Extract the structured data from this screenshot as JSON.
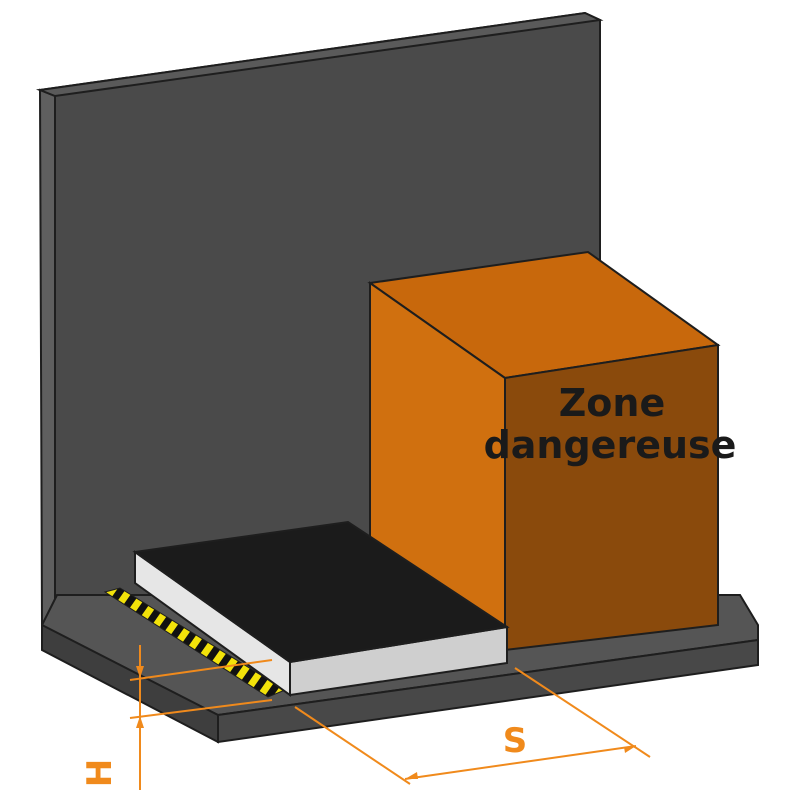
{
  "diagram": {
    "zone_label_line1": "Zone",
    "zone_label_line2": "dangereuse",
    "dim_s_label": "S",
    "dim_h_label": "H"
  },
  "colors": {
    "background": "#ffffff",
    "wall_front": "#4a4a4a",
    "wall_side": "#5f5f5f",
    "outline": "#1e1e1e",
    "floor_top": "#555555",
    "floor_front": "#3e3e3e",
    "mat_top": "#1b1b1b",
    "mat_side": "#e6e6e6",
    "mat_front": "#cfcfcf",
    "hazard_yellow": "#f2e20a",
    "hazard_black": "#111111",
    "zone_front": "#d0700f",
    "zone_right": "#8a4a0c",
    "zone_top": "#c8680c",
    "dimension": "#f08a1c"
  }
}
